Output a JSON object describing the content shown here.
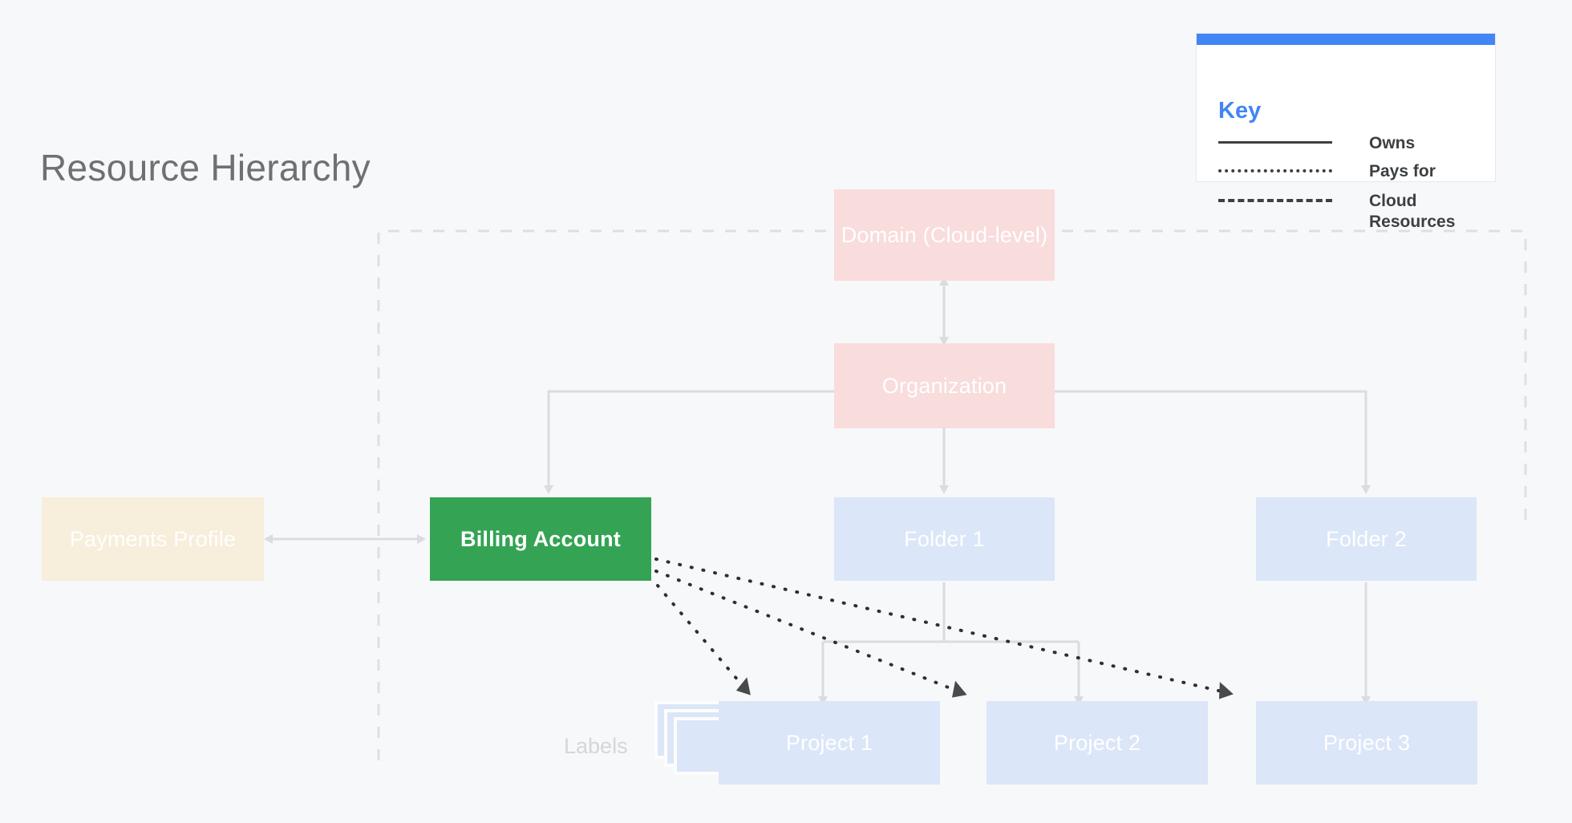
{
  "page": {
    "title": "Resource Hierarchy",
    "background_color": "#f7f8fa"
  },
  "legend": {
    "header_color": "#4285f4",
    "title": "Key",
    "items": [
      {
        "style": "solid",
        "label": "Owns"
      },
      {
        "style": "dotted",
        "label": "Pays for"
      },
      {
        "style": "dashed",
        "label": "Cloud Resources"
      }
    ]
  },
  "diagram": {
    "labels_caption": "Labels",
    "nodes": {
      "domain": {
        "label": "Domain (Cloud-level)",
        "color": "#f9dcdc"
      },
      "organization": {
        "label": "Organization",
        "color": "#f9dcdc"
      },
      "payments_profile": {
        "label": "Payments Profile",
        "color": "#f7eedb"
      },
      "billing_account": {
        "label": "Billing Account",
        "color": "#34a353"
      },
      "folder_1": {
        "label": "Folder 1",
        "color": "#dbe6f8"
      },
      "folder_2": {
        "label": "Folder 2",
        "color": "#dbe6f8"
      },
      "project_1": {
        "label": "Project 1",
        "color": "#dbe6f8"
      },
      "project_2": {
        "label": "Project 2",
        "color": "#dbe6f8"
      },
      "project_3": {
        "label": "Project 3",
        "color": "#dbe6f8"
      }
    },
    "edges": [
      {
        "from": "domain",
        "to": "organization",
        "style": "solid",
        "direction": "both",
        "relation": "Owns"
      },
      {
        "from": "payments_profile",
        "to": "billing_account",
        "style": "solid",
        "direction": "both",
        "relation": "Owns"
      },
      {
        "from": "organization",
        "to": "billing_account",
        "style": "solid",
        "direction": "to",
        "relation": "Owns"
      },
      {
        "from": "organization",
        "to": "folder_1",
        "style": "solid",
        "direction": "to",
        "relation": "Owns"
      },
      {
        "from": "organization",
        "to": "folder_2",
        "style": "solid",
        "direction": "to",
        "relation": "Owns"
      },
      {
        "from": "folder_1",
        "to": "project_1",
        "style": "solid",
        "direction": "to",
        "relation": "Owns"
      },
      {
        "from": "folder_1",
        "to": "project_2",
        "style": "solid",
        "direction": "to",
        "relation": "Owns"
      },
      {
        "from": "folder_2",
        "to": "project_3",
        "style": "solid",
        "direction": "to",
        "relation": "Owns"
      },
      {
        "from": "billing_account",
        "to": "project_1",
        "style": "dotted",
        "direction": "to",
        "relation": "Pays for"
      },
      {
        "from": "billing_account",
        "to": "project_2",
        "style": "dotted",
        "direction": "to",
        "relation": "Pays for"
      },
      {
        "from": "billing_account",
        "to": "project_3",
        "style": "dotted",
        "direction": "to",
        "relation": "Pays for"
      }
    ],
    "cloud_resources_boundary": {
      "style": "dashed",
      "relation": "Cloud Resources"
    }
  }
}
